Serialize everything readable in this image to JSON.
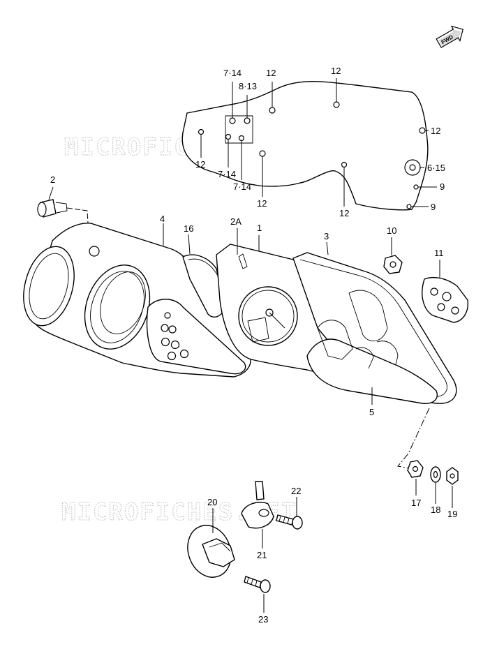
{
  "watermark": "MICROFICHES.NET",
  "fwd_arrow": {
    "text": "FWD"
  },
  "callouts": {
    "c714a": "7·14",
    "c813": "8·13",
    "c12a": "12",
    "c12b": "12",
    "c12c": "12",
    "c12d": "12",
    "c12e": "12",
    "c12f": "12",
    "c714b": "7·14",
    "c714c": "7·14",
    "c615": "6·15",
    "c9a": "9",
    "c9b": "9",
    "c2": "2",
    "c4": "4",
    "c16": "16",
    "c2A": "2A",
    "c1": "1",
    "c3": "3",
    "c10": "10",
    "c11": "11",
    "c5": "5",
    "c17": "17",
    "c18": "18",
    "c19": "19",
    "c20": "20",
    "c21": "21",
    "c22": "22",
    "c23": "23"
  }
}
